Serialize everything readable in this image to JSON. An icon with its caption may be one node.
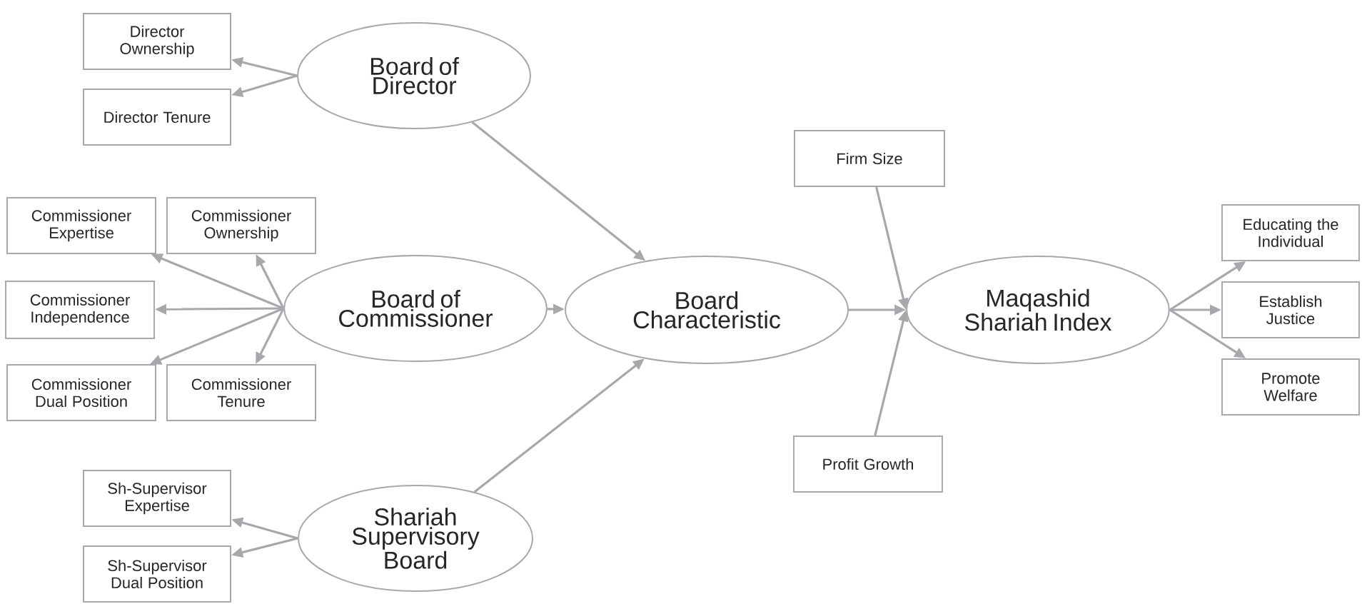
{
  "diagram": {
    "nodes": [
      {
        "text": [
          "Director Ownership"
        ]
      },
      {
        "text": [
          "Director Tenure"
        ]
      },
      {
        "text": [
          "Board of Director"
        ]
      },
      {
        "text": [
          "Commissioner Expertise"
        ]
      },
      {
        "text": [
          "Commissioner Ownership"
        ]
      },
      {
        "text": [
          "Board of Commissioner"
        ]
      },
      {
        "text": [
          "Commissioner Independence"
        ]
      },
      {
        "text": [
          "Commissioner Dual Position"
        ]
      },
      {
        "text": [
          "Commissioner Tenure"
        ]
      },
      {
        "text": [
          "Board Characteristic"
        ]
      },
      {
        "text": [
          "Firm Size"
        ]
      },
      {
        "text": [
          "Maqashid Shariah Index"
        ]
      },
      {
        "text": [
          "Educating the Individual"
        ]
      },
      {
        "text": [
          "Establish Justice"
        ]
      },
      {
        "text": [
          "Promote Welfare"
        ]
      },
      {
        "text": [
          "Profit Growth"
        ]
      },
      {
        "text": [
          "Sh-Supervisor Expertise"
        ]
      },
      {
        "text": [
          "Shariah Supervisory Board"
        ]
      },
      {
        "text": [
          "Sh-Supervisor Dual Position"
        ]
      }
    ],
    "edges": [
      {
        "from": 2,
        "to": 0,
        "arrow": "to"
      },
      {
        "from": 2,
        "to": 1,
        "arrow": "to"
      },
      {
        "from": 2,
        "to": 9,
        "arrow": "to"
      },
      {
        "from": 5,
        "to": 3,
        "arrow": "to"
      },
      {
        "from": 5,
        "to": 4,
        "arrow": "to"
      },
      {
        "from": 5,
        "to": 6,
        "arrow": "to"
      },
      {
        "from": 5,
        "to": 7,
        "arrow": "to"
      },
      {
        "from": 5,
        "to": 8,
        "arrow": "to"
      },
      {
        "from": 5,
        "to": 9,
        "arrow": "to"
      },
      {
        "from": 17,
        "to": 9,
        "arrow": "to"
      },
      {
        "from": 17,
        "to": 16,
        "arrow": "to"
      },
      {
        "from": 17,
        "to": 18,
        "arrow": "to"
      },
      {
        "from": 10,
        "to": 11,
        "arrow": "to"
      },
      {
        "from": 15,
        "to": 11,
        "arrow": "to"
      },
      {
        "from": 9,
        "to": 11,
        "arrow": "to"
      },
      {
        "from": 11,
        "to": 12,
        "arrow": "to"
      },
      {
        "from": 11,
        "to": 13,
        "arrow": "to"
      },
      {
        "from": 11,
        "to": 14,
        "arrow": "to"
      }
    ]
  }
}
